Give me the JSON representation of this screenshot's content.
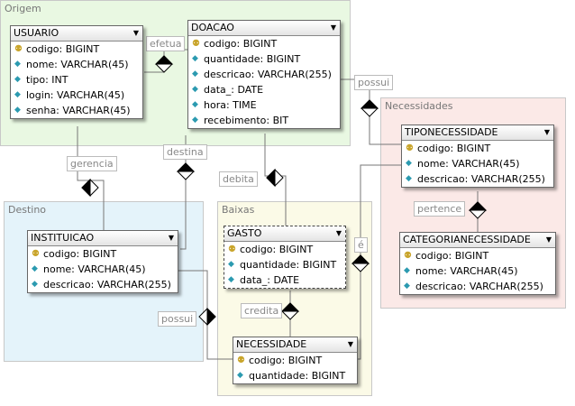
{
  "regions": {
    "origem": "Origem",
    "destino": "Destino",
    "baixas": "Baixas",
    "necessidades": "Necessidades"
  },
  "entities": {
    "usuario": {
      "name": "USUARIO",
      "fields": [
        {
          "text": "codigo: BIGINT",
          "icon": "key-icon"
        },
        {
          "text": "nome: VARCHAR(45)",
          "icon": "attribute-icon"
        },
        {
          "text": "tipo: INT",
          "icon": "attribute-icon"
        },
        {
          "text": "login: VARCHAR(45)",
          "icon": "attribute-icon"
        },
        {
          "text": "senha: VARCHAR(45)",
          "icon": "attribute-icon"
        }
      ]
    },
    "doacao": {
      "name": "DOACAO",
      "fields": [
        {
          "text": "codigo: BIGINT",
          "icon": "key-icon"
        },
        {
          "text": "quantidade: BIGINT",
          "icon": "attribute-icon"
        },
        {
          "text": "descricao: VARCHAR(255)",
          "icon": "attribute-icon"
        },
        {
          "text": "data_: DATE",
          "icon": "attribute-icon"
        },
        {
          "text": "hora: TIME",
          "icon": "attribute-icon"
        },
        {
          "text": "recebimento: BIT",
          "icon": "attribute-icon"
        }
      ]
    },
    "tiponecessidade": {
      "name": "TIPONECESSIDADE",
      "fields": [
        {
          "text": "codigo: BIGINT",
          "icon": "key-icon"
        },
        {
          "text": "nome: VARCHAR(45)",
          "icon": "attribute-icon"
        },
        {
          "text": "descricao: VARCHAR(255)",
          "icon": "attribute-icon"
        }
      ]
    },
    "categorianecessidade": {
      "name": "CATEGORIANECESSIDADE",
      "fields": [
        {
          "text": "codigo: BIGINT",
          "icon": "key-icon"
        },
        {
          "text": "nome: VARCHAR(45)",
          "icon": "attribute-icon"
        },
        {
          "text": "descricao: VARCHAR(255)",
          "icon": "attribute-icon"
        }
      ]
    },
    "instituicao": {
      "name": "INSTITUICAO",
      "fields": [
        {
          "text": "codigo: BIGINT",
          "icon": "key-icon"
        },
        {
          "text": "nome: VARCHAR(45)",
          "icon": "attribute-icon"
        },
        {
          "text": "descricao: VARCHAR(255)",
          "icon": "attribute-icon"
        }
      ]
    },
    "gasto": {
      "name": "GASTO",
      "fields": [
        {
          "text": "codigo: BIGINT",
          "icon": "key-icon"
        },
        {
          "text": "quantidade: BIGINT",
          "icon": "attribute-icon"
        },
        {
          "text": "data_: DATE",
          "icon": "attribute-icon"
        }
      ]
    },
    "necessidade": {
      "name": "NECESSIDADE",
      "fields": [
        {
          "text": "codigo: BIGINT",
          "icon": "key-icon"
        },
        {
          "text": "quantidade: BIGINT",
          "icon": "attribute-icon"
        }
      ]
    }
  },
  "relationships": {
    "efetua": "efetua",
    "possui_top": "possui",
    "gerencia": "gerencia",
    "destina": "destina",
    "debita": "debita",
    "pertence": "pertence",
    "e": "é",
    "credita": "credita",
    "possui_bottom": "possui"
  },
  "colors": {
    "origem": "#e9f8e2",
    "destino": "#e4f3fa",
    "baixas": "#fbfae7",
    "necessidades": "#fbe9e7"
  }
}
